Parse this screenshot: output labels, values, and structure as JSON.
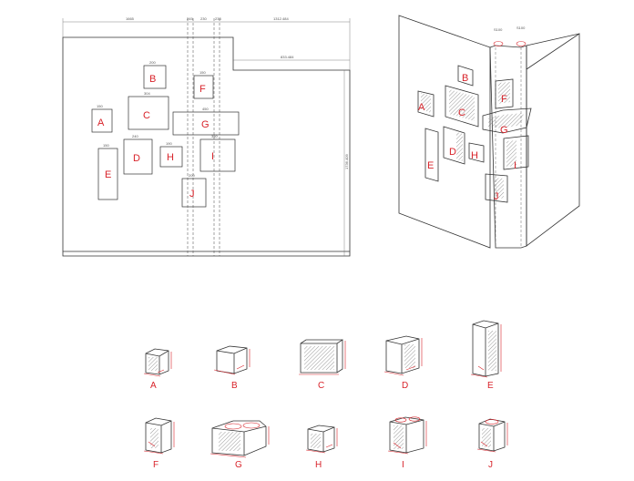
{
  "elevation": {
    "dims_top": [
      "1665",
      "245",
      "230",
      "233",
      "1312.484"
    ],
    "dim_right_top": "833.484",
    "dim_right_vertical": "1736.409",
    "panels": [
      {
        "id": "A",
        "label": "A"
      },
      {
        "id": "B",
        "label": "B"
      },
      {
        "id": "C",
        "label": "C"
      },
      {
        "id": "D",
        "label": "D"
      },
      {
        "id": "E",
        "label": "E"
      },
      {
        "id": "F",
        "label": "F"
      },
      {
        "id": "G",
        "label": "G"
      },
      {
        "id": "H",
        "label": "H"
      },
      {
        "id": "I",
        "label": "I"
      },
      {
        "id": "J",
        "label": "J"
      }
    ],
    "panel_dims": {
      "A": "150",
      "B": "200",
      "C": "304",
      "D": "240",
      "E": "150",
      "F": "150",
      "G": "450",
      "H": "190",
      "I": "350",
      "J": "200"
    }
  },
  "perspective": {
    "top_labels": [
      "S100",
      "S100"
    ],
    "panels": [
      "A",
      "B",
      "C",
      "D",
      "E",
      "F",
      "G",
      "H",
      "I",
      "J"
    ]
  },
  "boxes": {
    "row1": [
      "A",
      "B",
      "C",
      "D",
      "E"
    ],
    "row2": [
      "F",
      "G",
      "H",
      "I",
      "J"
    ]
  },
  "colors": {
    "accent": "#d8232a",
    "line": "#333333"
  }
}
